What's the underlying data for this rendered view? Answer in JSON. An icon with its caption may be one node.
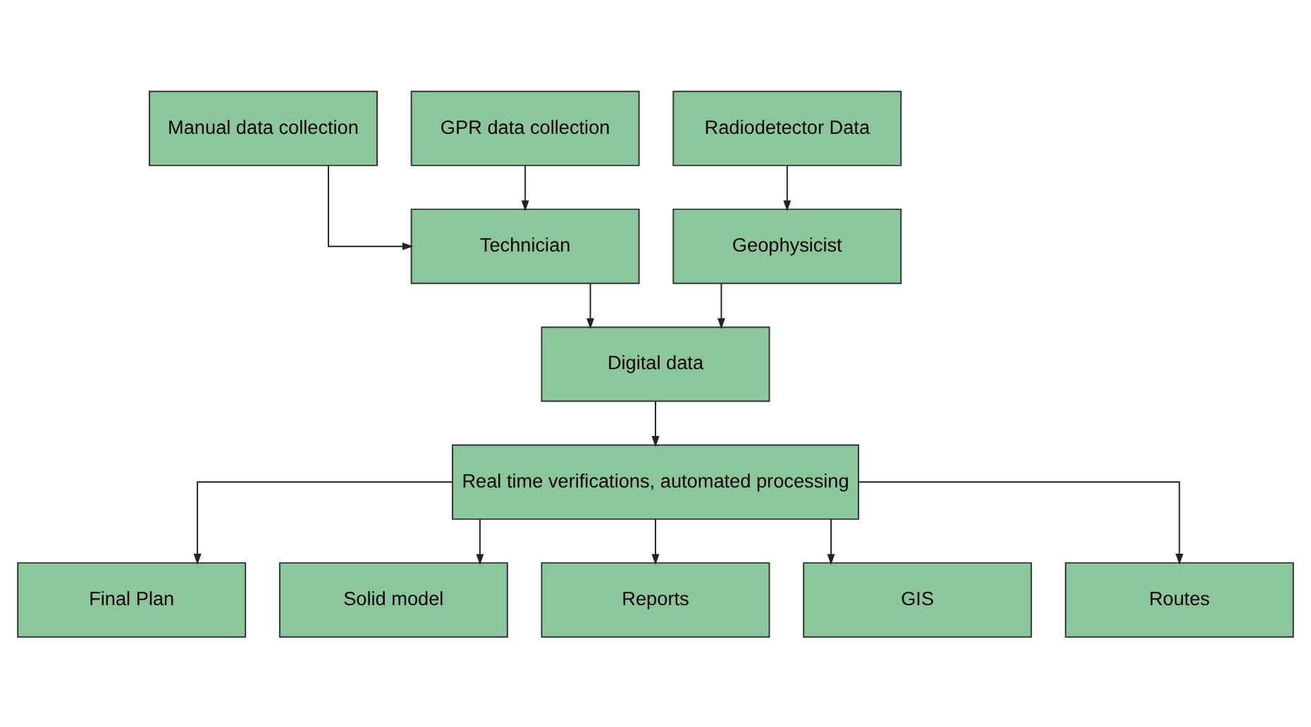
{
  "diagram": {
    "nodes": [
      {
        "text": [
          "Manual data collection"
        ]
      },
      {
        "text": [
          "GPR data collection"
        ]
      },
      {
        "text": [
          "Radiodetector Data"
        ]
      },
      {
        "text": [
          "Technician"
        ]
      },
      {
        "text": [
          "Geophysicist"
        ]
      },
      {
        "text": [
          "Digital data"
        ]
      },
      {
        "text": [
          "Real time verifications, automated processing"
        ]
      },
      {
        "text": [
          "Final Plan"
        ]
      },
      {
        "text": [
          "Solid model"
        ]
      },
      {
        "text": [
          "Reports"
        ]
      },
      {
        "text": [
          "GIS"
        ]
      },
      {
        "text": [
          "Routes"
        ]
      }
    ],
    "edges": [
      {
        "from": 0,
        "to": 3,
        "arrow": "to"
      },
      {
        "from": 1,
        "to": 3,
        "arrow": "to"
      },
      {
        "from": 2,
        "to": 4,
        "arrow": "to"
      },
      {
        "from": 3,
        "to": 5,
        "arrow": "to"
      },
      {
        "from": 4,
        "to": 5,
        "arrow": "to"
      },
      {
        "from": 5,
        "to": 6,
        "arrow": "to"
      },
      {
        "from": 6,
        "to": 7,
        "arrow": "to"
      },
      {
        "from": 6,
        "to": 8,
        "arrow": "to"
      },
      {
        "from": 6,
        "to": 9,
        "arrow": "to"
      },
      {
        "from": 6,
        "to": 10,
        "arrow": "to"
      },
      {
        "from": 6,
        "to": 11,
        "arrow": "to"
      }
    ]
  }
}
